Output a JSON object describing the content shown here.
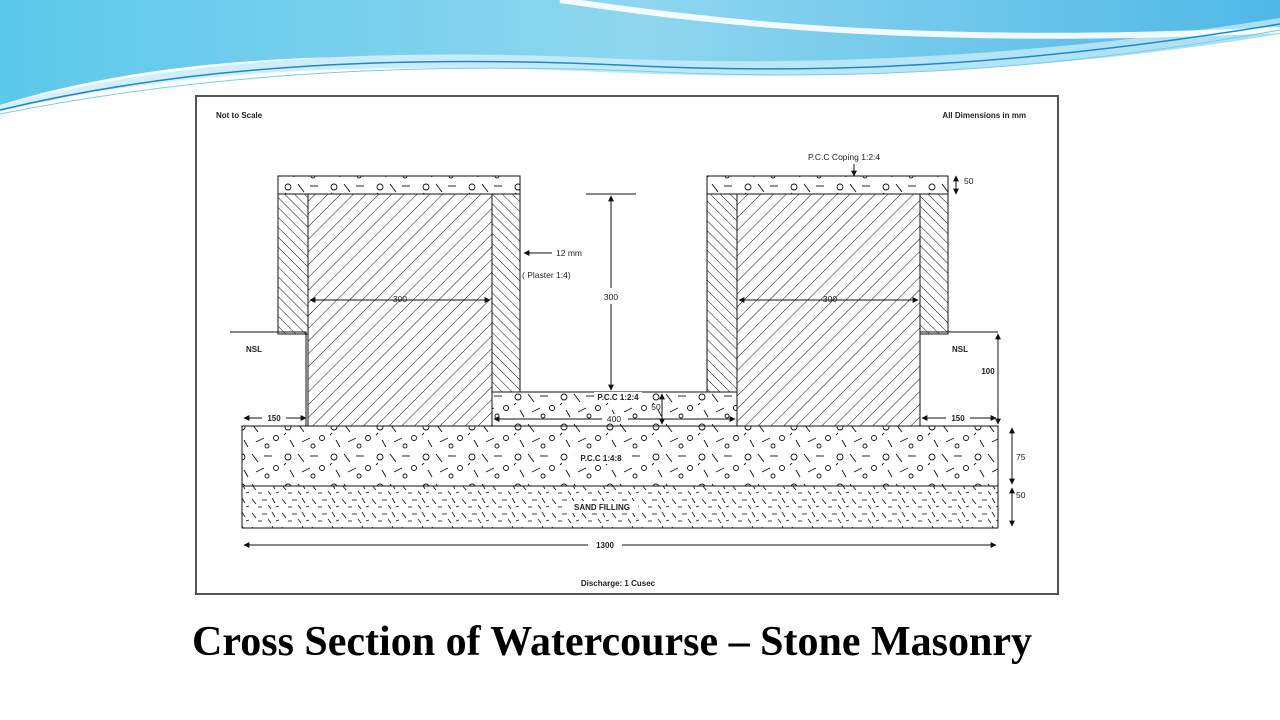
{
  "slide": {
    "title": "Cross Section of Watercourse – Stone Masonry",
    "accent_colors": [
      "#4ec3e8",
      "#9ad9f2",
      "#1e88c9"
    ]
  },
  "diagram": {
    "note_scale": "Not to Scale",
    "note_units": "All Dimensions in mm",
    "coping_label": "P.C.C Coping  1:2:4",
    "coping_dim": "50",
    "plaster_thickness": "12 mm",
    "plaster_label": "( Plaster 1:4)",
    "wall_width_left": "300",
    "wall_width_right": "300",
    "channel_depth": "300",
    "nsl_left": "NSL",
    "nsl_right": "NSL",
    "nsl_dim": "100",
    "bed_label": "P.C.C 1:2:4",
    "bed_dim": "50",
    "channel_width": "400",
    "offset_left": "150",
    "offset_right": "150",
    "base_label": "P.C.C 1:4:8",
    "base_dim": "75",
    "sand_label": "SAND FILLING",
    "sand_dim": "50",
    "total_width": "1300",
    "discharge": "Discharge: 1 Cusec"
  }
}
